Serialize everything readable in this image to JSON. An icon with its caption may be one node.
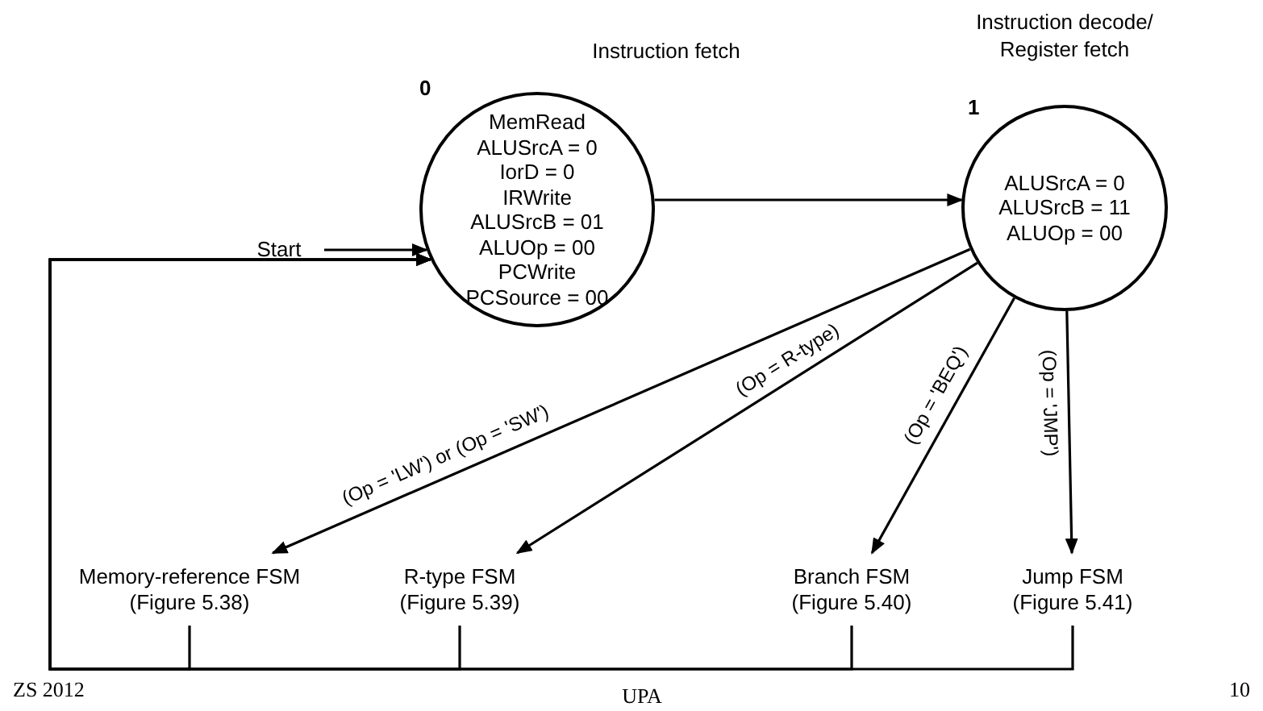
{
  "diagram": {
    "nodes": [
      {
        "text": [
          "Start"
        ]
      },
      {
        "text": [
          "0",
          "Instruction fetch",
          "MemRead",
          "ALUSrcA = 0",
          "IorD = 0",
          "IRWrite",
          "ALUSrcB = 01",
          "ALUOp = 00",
          "PCWrite",
          "PCSource = 00"
        ]
      },
      {
        "text": [
          "1",
          "Instruction decode/ Register fetch",
          "ALUSrcA = 0",
          "ALUSrcB = 11",
          "ALUOp = 00"
        ]
      },
      {
        "text": [
          "Memory-reference FSM",
          "(Figure 5.38)"
        ]
      },
      {
        "text": [
          "R-type FSM",
          "(Figure 5.39)"
        ]
      },
      {
        "text": [
          "Branch FSM",
          "(Figure 5.40)"
        ]
      },
      {
        "text": [
          "Jump FSM",
          "(Figure 5.41)"
        ]
      }
    ],
    "edges": [
      {
        "from": 0,
        "to": 1,
        "arrow": "to"
      },
      {
        "from": 1,
        "to": 2,
        "arrow": "to"
      },
      {
        "from": 2,
        "to": 3,
        "arrow": "to",
        "label": "(Op = 'LW') or (Op = 'SW')"
      },
      {
        "from": 2,
        "to": 4,
        "arrow": "to",
        "label": "(Op = R-type)"
      },
      {
        "from": 2,
        "to": 5,
        "arrow": "to",
        "label": "(Op = 'BEQ')"
      },
      {
        "from": 2,
        "to": 6,
        "arrow": "to",
        "label": "(Op = 'JMP')"
      },
      {
        "from": 3,
        "to": 1,
        "arrow": "to"
      },
      {
        "from": 4,
        "to": 1,
        "arrow": "to"
      },
      {
        "from": 5,
        "to": 1,
        "arrow": "to"
      },
      {
        "from": 6,
        "to": 1,
        "arrow": "to"
      }
    ],
    "labels": [
      "ZS 2012",
      "UPA",
      "10"
    ]
  }
}
